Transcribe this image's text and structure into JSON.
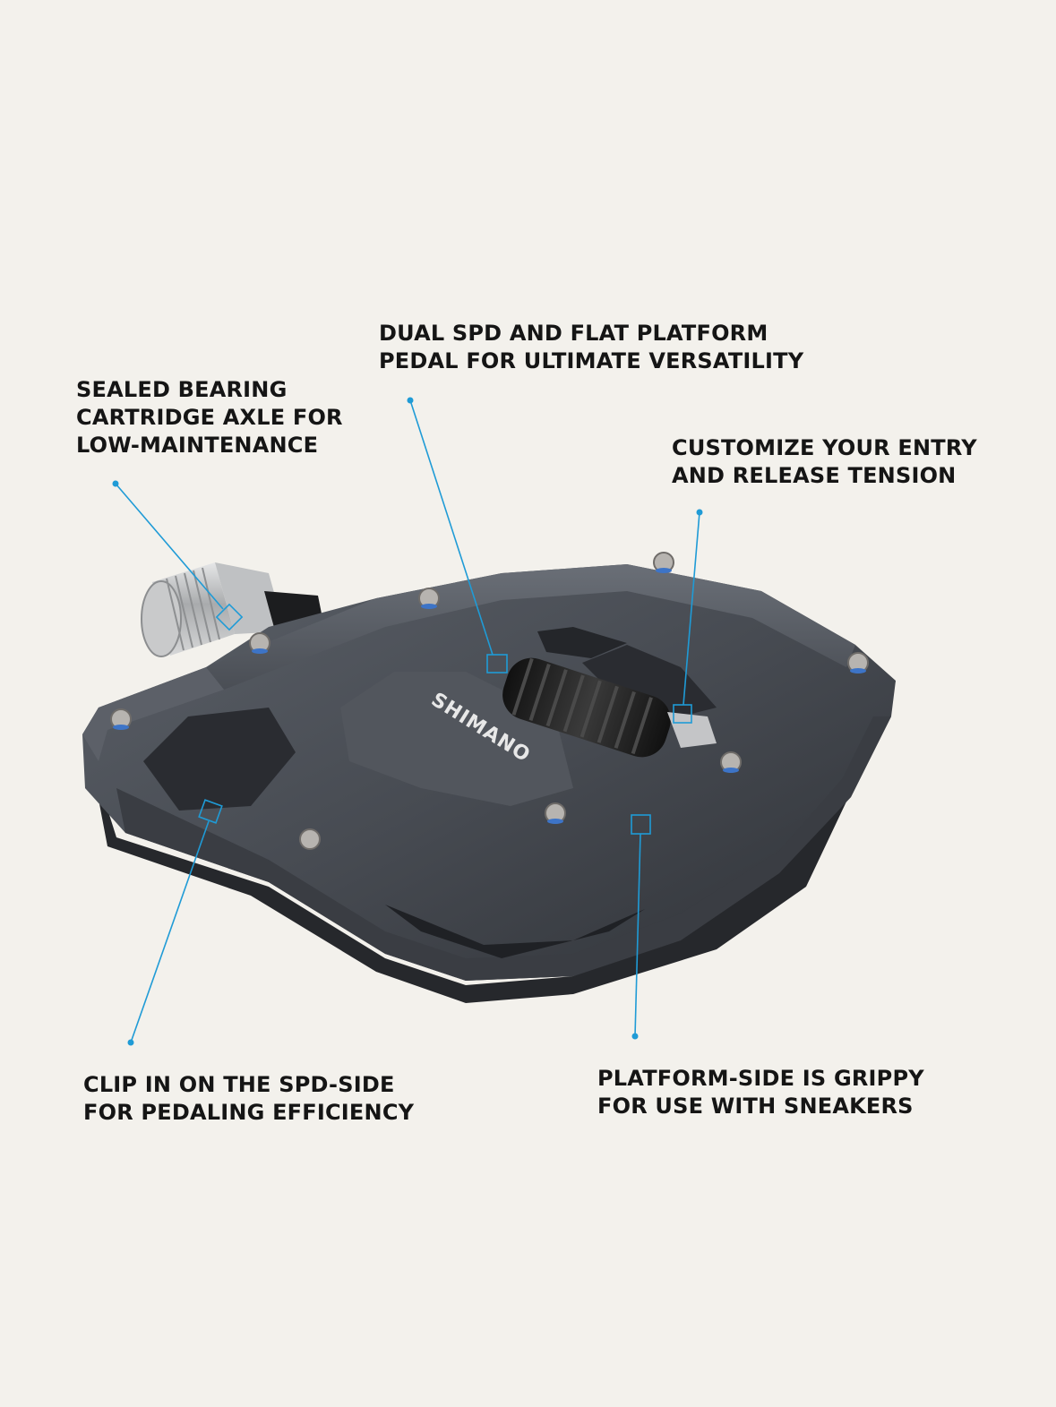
{
  "product": {
    "brand_mark": "SHIMANO"
  },
  "theme": {
    "background": "#f3f1ec",
    "text_color": "#151515",
    "leader_color": "#1f9bd6",
    "pedal_body": "#4a4e55",
    "pedal_dark": "#24262a",
    "axle_silver": "#b8babb"
  },
  "callouts": [
    {
      "id": "sealed-bearing",
      "lines": [
        "SEALED BEARING",
        "CARTRIDGE AXLE FOR",
        "LOW-MAINTENANCE"
      ]
    },
    {
      "id": "dual-spd",
      "lines": [
        "DUAL SPD AND FLAT PLATFORM",
        "PEDAL FOR ULTIMATE VERSATILITY"
      ]
    },
    {
      "id": "tension",
      "lines": [
        "CUSTOMIZE YOUR ENTRY",
        "AND RELEASE TENSION"
      ]
    },
    {
      "id": "clip-in",
      "lines": [
        "CLIP IN ON THE SPD-SIDE",
        "FOR PEDALING EFFICIENCY"
      ]
    },
    {
      "id": "platform-grip",
      "lines": [
        "PLATFORM-SIDE IS GRIPPY",
        "FOR USE WITH SNEAKERS"
      ]
    }
  ]
}
